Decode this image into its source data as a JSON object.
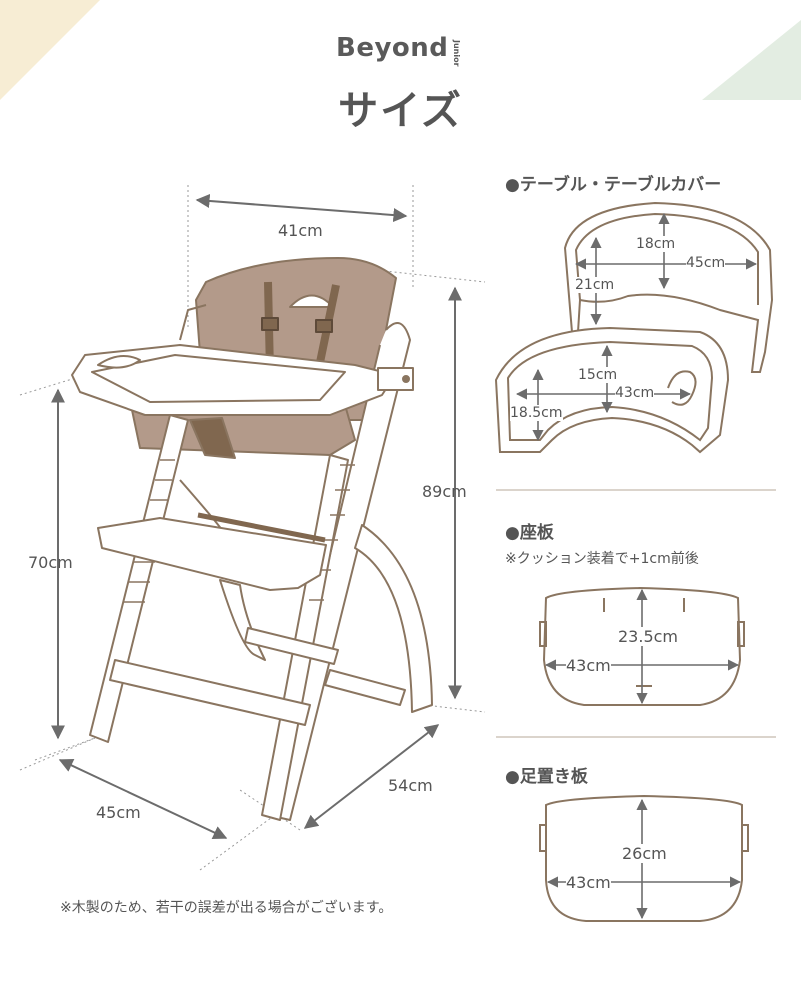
{
  "brand": {
    "name": "Beyond",
    "sub": "Junior"
  },
  "title": "サイズ",
  "colors": {
    "beige": "#f7edd4",
    "mint": "#e3ede2",
    "line": "#8a7560",
    "dim": "#6c6c6c",
    "cushion": "#b39a8a",
    "strap": "#80674f"
  },
  "chair": {
    "width_label": "41cm",
    "height_label": "89cm",
    "seat_height_label": "70cm",
    "base_width_label": "45cm",
    "depth_label": "54cm"
  },
  "table": {
    "heading": "●テーブル・テーブルカバー",
    "depth_18": "18cm",
    "width_45": "45cm",
    "depth_21": "21cm",
    "depth_15": "15cm",
    "width_43": "43cm",
    "depth_185": "18.5cm"
  },
  "seat": {
    "heading": "●座板",
    "note": "※クッション装着で+1cm前後",
    "depth": "23.5cm",
    "width": "43cm"
  },
  "footrest": {
    "heading": "●足置き板",
    "depth": "26cm",
    "width": "43cm"
  },
  "footnote": "※木製のため、若干の誤差が出る場合がございます。"
}
